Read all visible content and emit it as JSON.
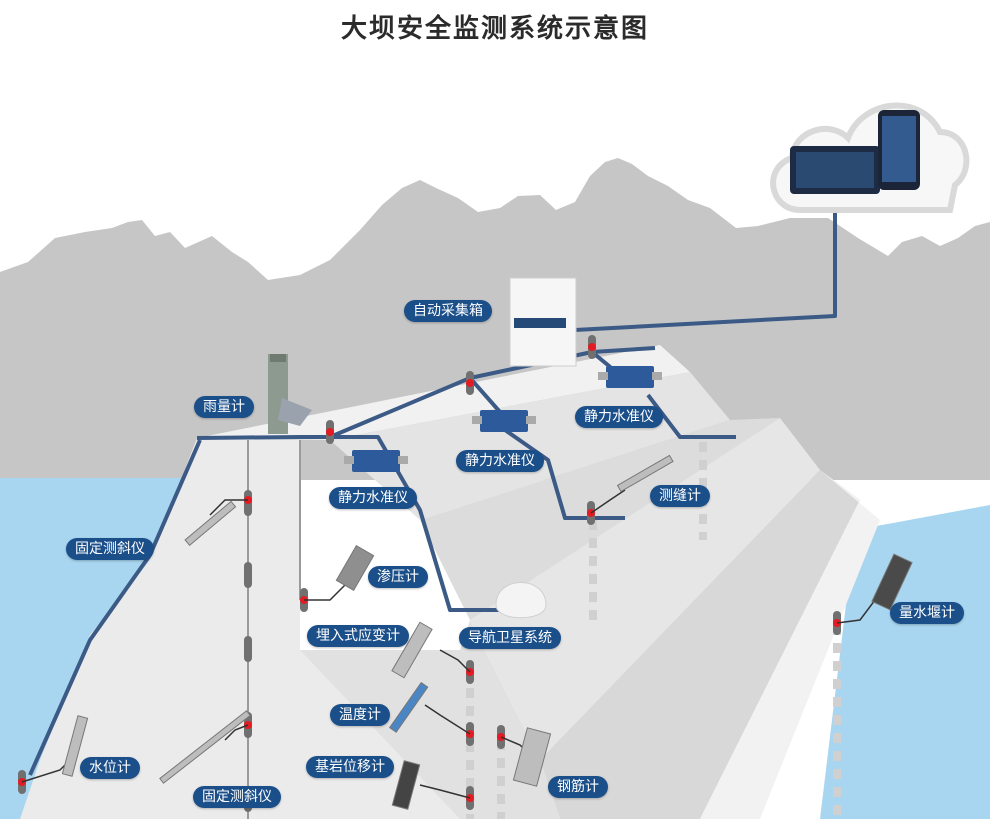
{
  "title": "大坝安全监测系统示意图",
  "labels": {
    "auto_collector": "自动采集箱",
    "rain_gauge": "雨量计",
    "static_level_1": "静力水准仪",
    "static_level_2": "静力水准仪",
    "static_level_3": "静力水准仪",
    "joint_meter": "测缝计",
    "fixed_inclinometer_1": "固定测斜仪",
    "piezometer": "渗压计",
    "embedded_strain_gauge": "埋入式应变计",
    "gnss": "导航卫星系统",
    "weir_meter": "量水堰计",
    "thermometer": "温度计",
    "water_level_meter": "水位计",
    "bedrock_extensometer": "基岩位移计",
    "fixed_inclinometer_2": "固定测斜仪",
    "rebar_meter": "钢筋计"
  },
  "colors": {
    "mountain": "#c6c6c6",
    "water": "#a8d6f0",
    "dam_light": "#ececec",
    "dam_mid": "#dedede",
    "cable": "#3c5a86",
    "label_bg": "#1b4f8a",
    "sensor_red": "#e31b23"
  }
}
